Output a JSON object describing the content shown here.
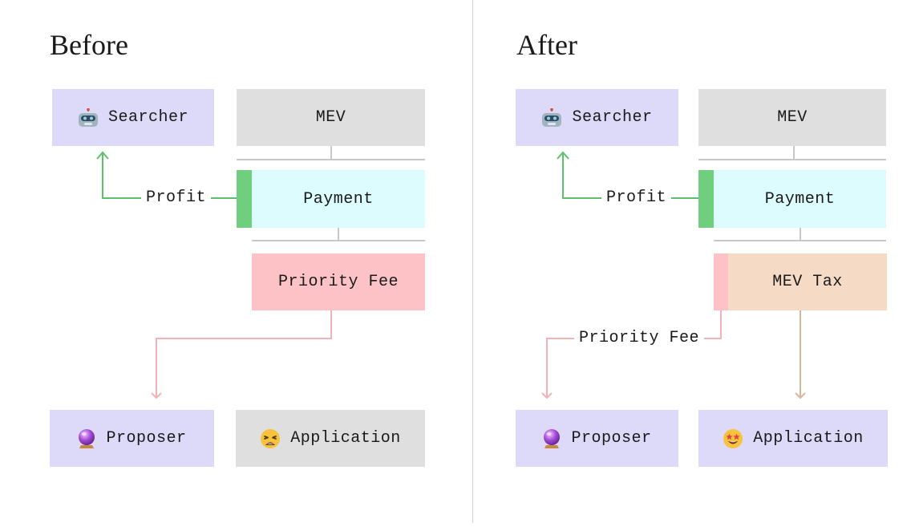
{
  "before": {
    "title": "Before",
    "searcher": "Searcher",
    "mev": "MEV",
    "payment": "Payment",
    "profit": "Profit",
    "priority_fee": "Priority Fee",
    "proposer": "Proposer",
    "application": "Application"
  },
  "after": {
    "title": "After",
    "searcher": "Searcher",
    "mev": "MEV",
    "payment": "Payment",
    "profit": "Profit",
    "mev_tax": "MEV Tax",
    "priority_fee": "Priority Fee",
    "proposer": "Proposer",
    "application": "Application"
  },
  "icons": {
    "searcher": "robot-icon",
    "proposer": "crystal-ball-icon",
    "application_before": "weary-face-icon",
    "application_after": "star-struck-face-icon"
  },
  "colors": {
    "participant": "#dcdaf8",
    "neutral": "#dfdfdf",
    "payment": "#dcfcfd",
    "profit_accent": "#6fcf7e",
    "priority_fee": "#fdc2c5",
    "mev_tax": "#f5dbc5",
    "profit_line": "#5cc06b",
    "fee_line": "#f2b2b6",
    "tax_line": "#d8b699",
    "connector": "#c8c8c8"
  }
}
